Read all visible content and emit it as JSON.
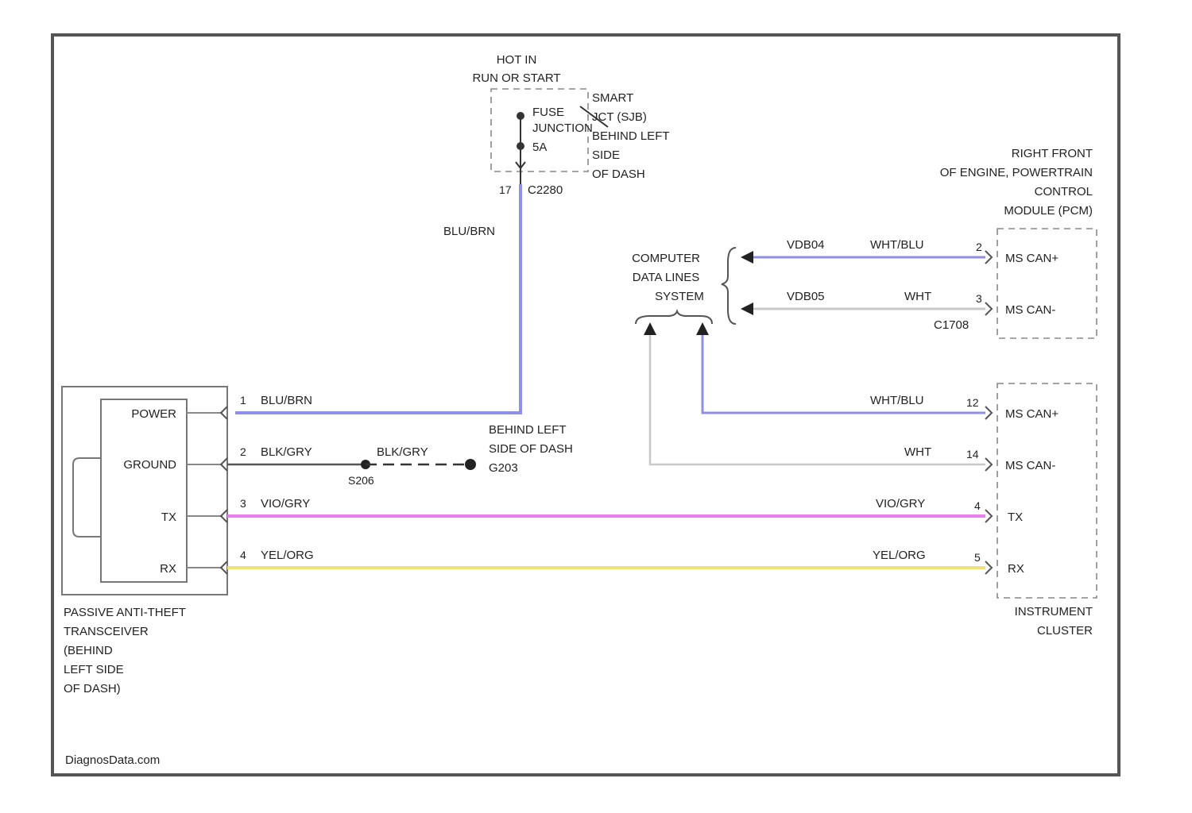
{
  "colors": {
    "frame": "#555555",
    "wire_blue": "#8f8fe6",
    "wire_violet": "#e97ef0",
    "wire_yellow": "#f0e07a",
    "wire_white": "#c8c8c8",
    "wire_black": "#333333"
  },
  "hot_in": {
    "line1": "HOT IN",
    "line2": "RUN OR START"
  },
  "fuse_block": {
    "label": "FUSE",
    "label2": "JUNCTION",
    "pin_fuse": "5A",
    "connector": "C2280",
    "pin": "17",
    "location": [
      "SMART",
      "JCT (SJB)",
      "BEHIND LEFT",
      "SIDE",
      "OF DASH"
    ]
  },
  "pcm": {
    "location": [
      "RIGHT FRONT",
      "OF ENGINE, POWERTRAIN",
      "CONTROL",
      "MODULE (PCM)"
    ]
  },
  "data_lines": {
    "label": [
      "COMPUTER",
      "DATA LINES",
      "SYSTEM"
    ]
  },
  "pcm_pins": [
    {
      "circuit": "VDB04",
      "color": "WHT/BLU",
      "pin": "2",
      "name": "MS CAN+"
    },
    {
      "circuit": "VDB05",
      "color": "WHT",
      "pin": "3",
      "name": "MS CAN-"
    }
  ],
  "pcm_connector": "C1708",
  "transceiver": {
    "rows": [
      "POWER",
      "GROUND",
      "TX",
      "RX"
    ],
    "caption": [
      "PASSIVE ANTI-THEFT",
      "TRANSCEIVER",
      "(BEHIND",
      "LEFT SIDE",
      "OF DASH)"
    ]
  },
  "wires": [
    {
      "pin": "1",
      "color": "BLU/BRN"
    },
    {
      "pin": "2",
      "color": "BLK/GRY"
    },
    {
      "pin": "3",
      "color": "VIO/GRY"
    },
    {
      "pin": "4",
      "color": "YEL/ORG"
    }
  ],
  "riser_label": "BLU/BRN",
  "ground": {
    "splice": "S206",
    "wire": "BLK/GRY",
    "location": [
      "BEHIND LEFT",
      "SIDE OF DASH"
    ],
    "ground_id": "G203"
  },
  "cluster": {
    "pins": [
      {
        "pin": "12",
        "color": "WHT/BLU",
        "name": "MS CAN+"
      },
      {
        "pin": "14",
        "color": "WHT",
        "name": "MS CAN-"
      },
      {
        "pin": "4",
        "color": "VIO/GRY",
        "name": "TX"
      },
      {
        "pin": "5",
        "color": "YEL/ORG",
        "name": "RX"
      }
    ],
    "caption": [
      "INSTRUMENT",
      "CLUSTER"
    ]
  },
  "footer": "DiagnosData.com"
}
